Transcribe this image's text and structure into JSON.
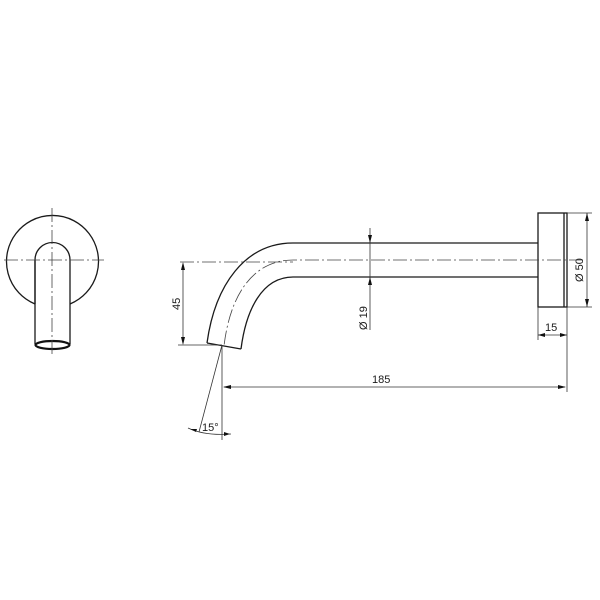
{
  "drawing": {
    "title": "Wall spout technical drawing",
    "views": [
      "front-view",
      "side-view"
    ],
    "dimensions": {
      "spout_drop": "45",
      "pipe_diameter": "Ø 19",
      "flange_diameter": "Ø 50",
      "flange_depth": "15",
      "projection_length": "185",
      "spout_angle": "15°"
    },
    "colors": {
      "line": "#1a1a1a",
      "background": "#ffffff"
    }
  }
}
